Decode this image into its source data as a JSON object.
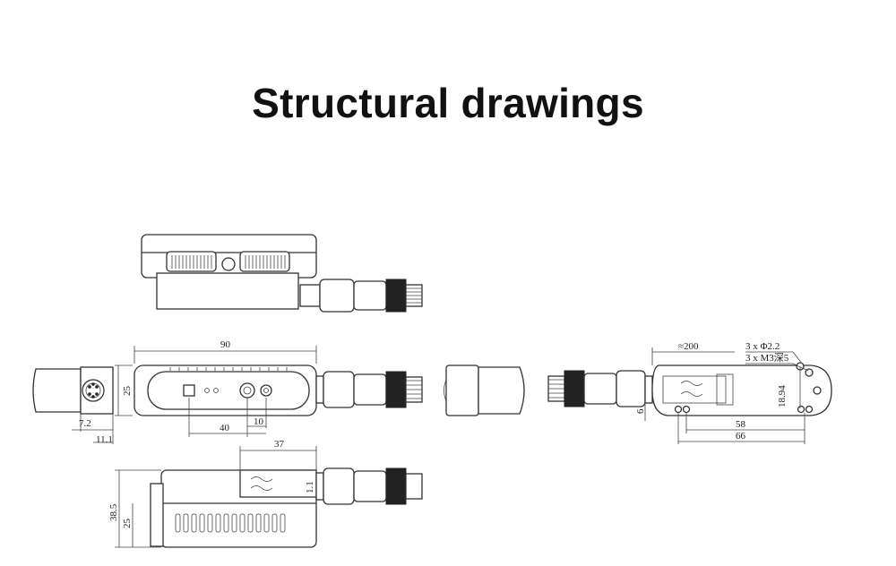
{
  "title": "Structural drawings",
  "dimensions": {
    "length_90": "90",
    "height_25": "25",
    "offset_40": "40",
    "offset_10": "10",
    "width_7_2": "7.2",
    "width_11_1": "11.1",
    "length_37": "37",
    "gap_1_1": "1.1",
    "height_38_5": "38.5",
    "height_25b": "25",
    "cable_200": "≈200",
    "hole_note_1": "3 x Φ2.2",
    "hole_note_2": "3 x M3深5",
    "height_18_94": "18.94",
    "offset_6": "6",
    "spacing_58": "58",
    "length_66": "66"
  }
}
